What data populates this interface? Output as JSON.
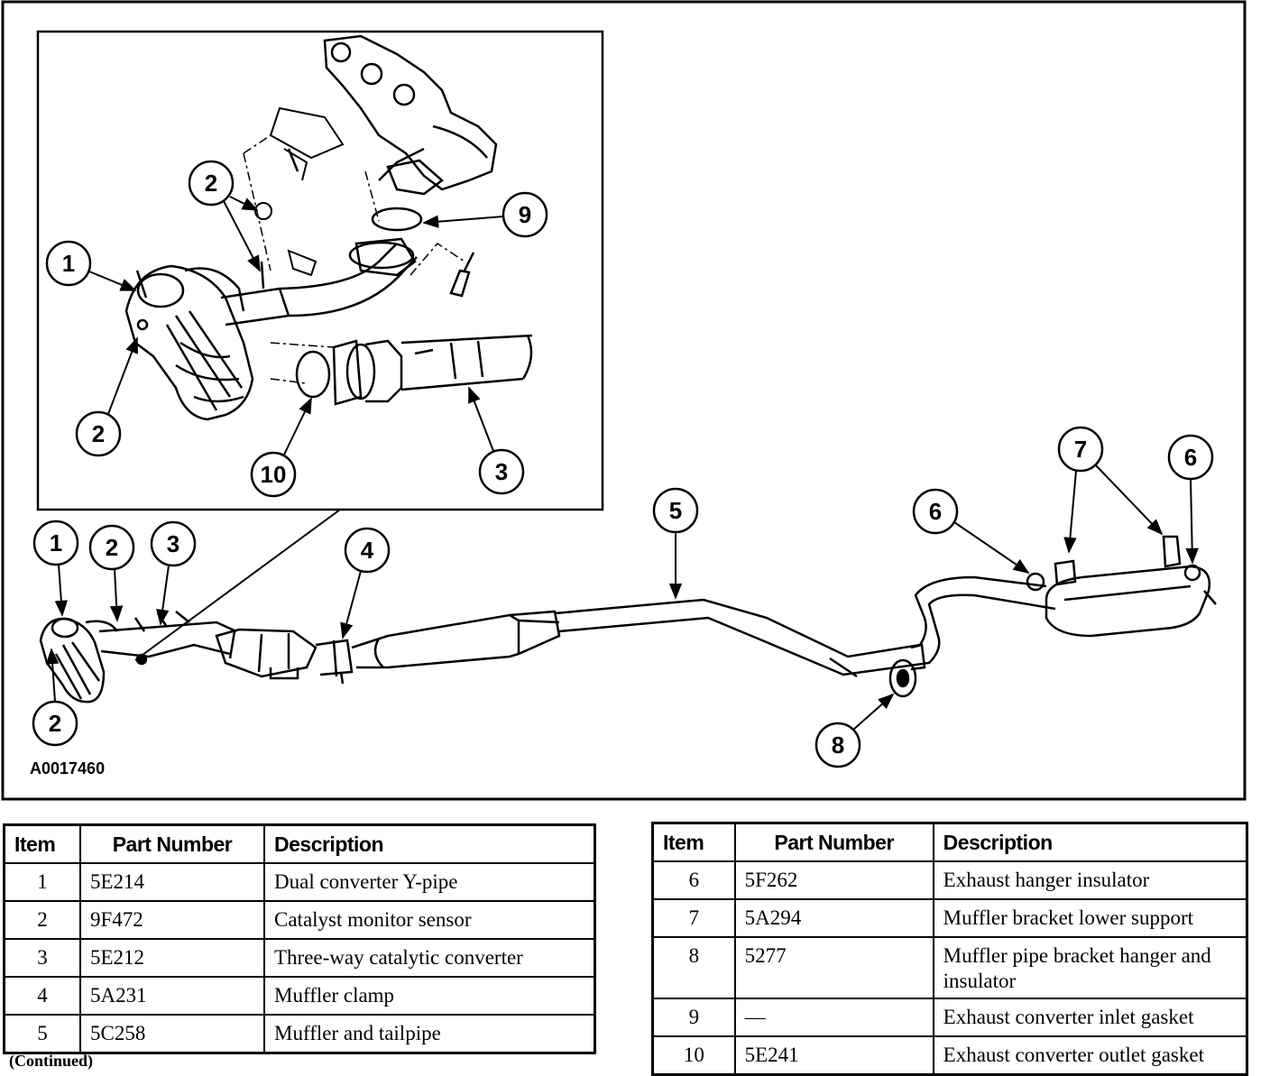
{
  "figure_id": "A0017460",
  "callouts": {
    "inset_1": "1",
    "inset_2a": "2",
    "inset_2b": "2",
    "inset_3": "3",
    "inset_9": "9",
    "inset_10": "10",
    "main_1": "1",
    "main_2a": "2",
    "main_2b": "2",
    "main_3": "3",
    "main_4": "4",
    "main_5": "5",
    "main_6a": "6",
    "main_6b": "6",
    "main_7": "7",
    "main_8": "8"
  },
  "table_headers": {
    "item": "Item",
    "part_number": "Part Number",
    "description": "Description"
  },
  "parts_left": [
    {
      "item": "1",
      "part_number": "5E214",
      "description": "Dual converter Y-pipe"
    },
    {
      "item": "2",
      "part_number": "9F472",
      "description": "Catalyst monitor sensor"
    },
    {
      "item": "3",
      "part_number": "5E212",
      "description": "Three-way catalytic converter"
    },
    {
      "item": "4",
      "part_number": "5A231",
      "description": "Muffler clamp"
    },
    {
      "item": "5",
      "part_number": "5C258",
      "description": "Muffler and tailpipe"
    }
  ],
  "parts_right": [
    {
      "item": "6",
      "part_number": "5F262",
      "description": "Exhaust hanger insulator"
    },
    {
      "item": "7",
      "part_number": "5A294",
      "description": "Muffler bracket lower support"
    },
    {
      "item": "8",
      "part_number": "5277",
      "description": "Muffler pipe bracket hanger and insulator"
    },
    {
      "item": "9",
      "part_number": "—",
      "description": "Exhaust converter inlet gasket"
    },
    {
      "item": "10",
      "part_number": "5E241",
      "description": "Exhaust converter outlet gasket"
    }
  ],
  "footnote": "(Continued)"
}
